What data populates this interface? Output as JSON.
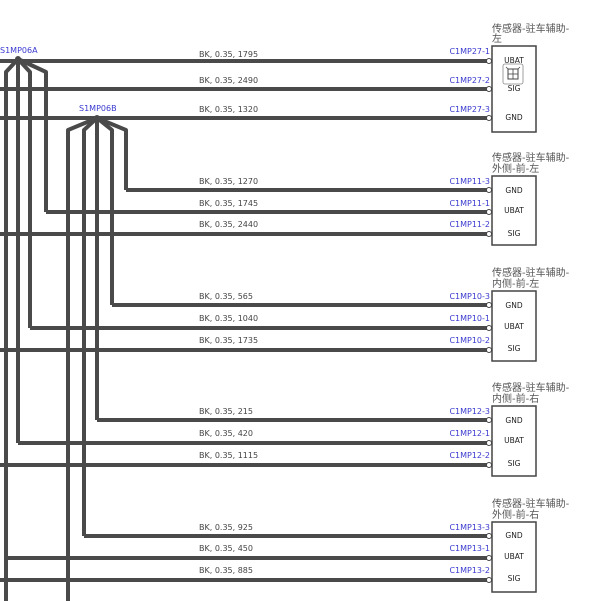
{
  "splices": [
    {
      "label": "S1MP06A"
    },
    {
      "label": "S1MP06B"
    }
  ],
  "connectors": [
    {
      "title_lines": [
        "传感器-驻车辅助-",
        "左"
      ],
      "pins": [
        "UBAT",
        "SIG",
        "GND"
      ],
      "wires": [
        {
          "spec": "BK, 0.35, 1795",
          "pin": "C1MP27-1"
        },
        {
          "spec": "BK, 0.35, 2490",
          "pin": "C1MP27-2"
        },
        {
          "spec": "BK, 0.35, 1320",
          "pin": "C1MP27-3"
        }
      ]
    },
    {
      "title_lines": [
        "传感器-驻车辅助-",
        "外侧-前-左"
      ],
      "pins": [
        "GND",
        "UBAT",
        "SIG"
      ],
      "wires": [
        {
          "spec": "BK, 0.35, 1270",
          "pin": "C1MP11-3"
        },
        {
          "spec": "BK, 0.35, 1745",
          "pin": "C1MP11-1"
        },
        {
          "spec": "BK, 0.35, 2440",
          "pin": "C1MP11-2"
        }
      ]
    },
    {
      "title_lines": [
        "传感器-驻车辅助-",
        "内侧-前-左"
      ],
      "pins": [
        "GND",
        "UBAT",
        "SIG"
      ],
      "wires": [
        {
          "spec": "BK, 0.35, 565",
          "pin": "C1MP10-3"
        },
        {
          "spec": "BK, 0.35, 1040",
          "pin": "C1MP10-1"
        },
        {
          "spec": "BK, 0.35, 1735",
          "pin": "C1MP10-2"
        }
      ]
    },
    {
      "title_lines": [
        "传感器-驻车辅助-",
        "内侧-前-右"
      ],
      "pins": [
        "GND",
        "UBAT",
        "SIG"
      ],
      "wires": [
        {
          "spec": "BK, 0.35, 215",
          "pin": "C1MP12-3"
        },
        {
          "spec": "BK, 0.35, 420",
          "pin": "C1MP12-1"
        },
        {
          "spec": "BK, 0.35, 1115",
          "pin": "C1MP12-2"
        }
      ]
    },
    {
      "title_lines": [
        "传感器-驻车辅助-",
        "外侧-前-右"
      ],
      "pins": [
        "GND",
        "UBAT",
        "SIG"
      ],
      "wires": [
        {
          "spec": "BK, 0.35, 925",
          "pin": "C1MP13-3"
        },
        {
          "spec": "BK, 0.35, 450",
          "pin": "C1MP13-1"
        },
        {
          "spec": "BK, 0.35, 885",
          "pin": "C1MP13-2"
        }
      ]
    }
  ],
  "icons": {
    "overlay": "grid-capture-icon"
  }
}
